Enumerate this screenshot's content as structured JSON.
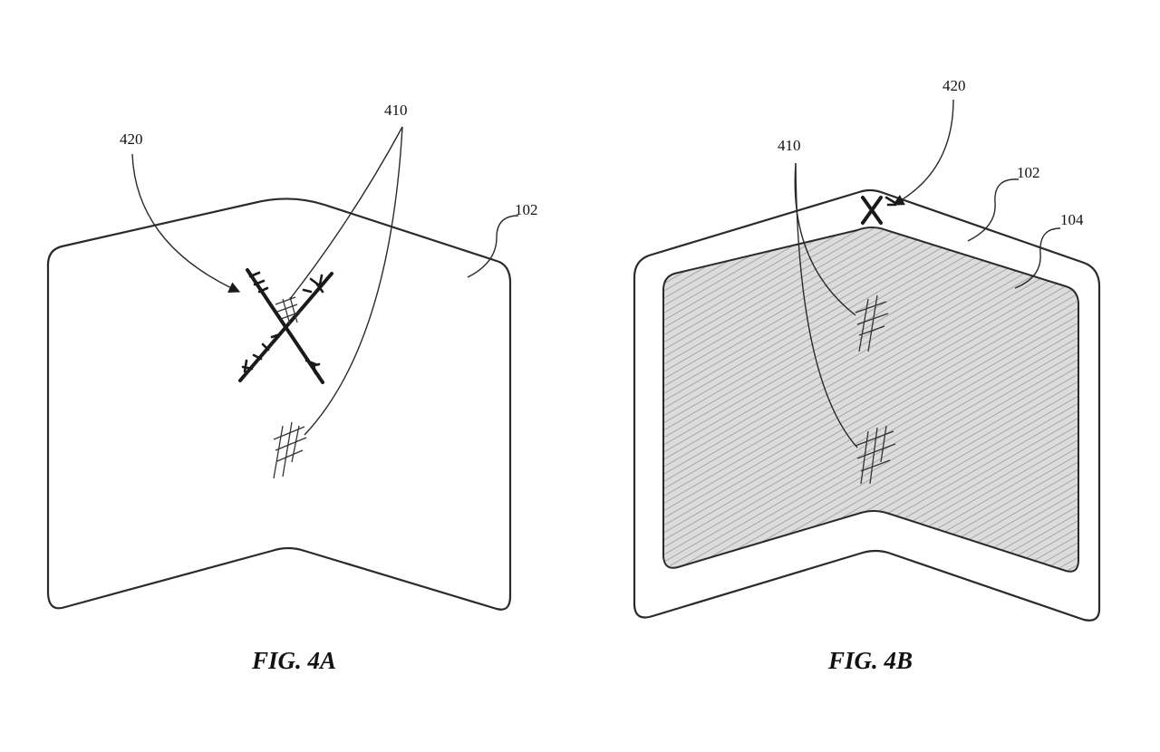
{
  "figures": [
    {
      "caption": "FIG. 4A",
      "labels": {
        "ref_420": "420",
        "ref_410": "410",
        "ref_102": "102"
      }
    },
    {
      "caption": "FIG. 4B",
      "labels": {
        "ref_420": "420",
        "ref_410": "410",
        "ref_102": "102",
        "ref_104": "104"
      }
    }
  ],
  "colors": {
    "line": "#2a2a2a",
    "screen_fill": "#d4d4d4",
    "background": "#ffffff"
  }
}
